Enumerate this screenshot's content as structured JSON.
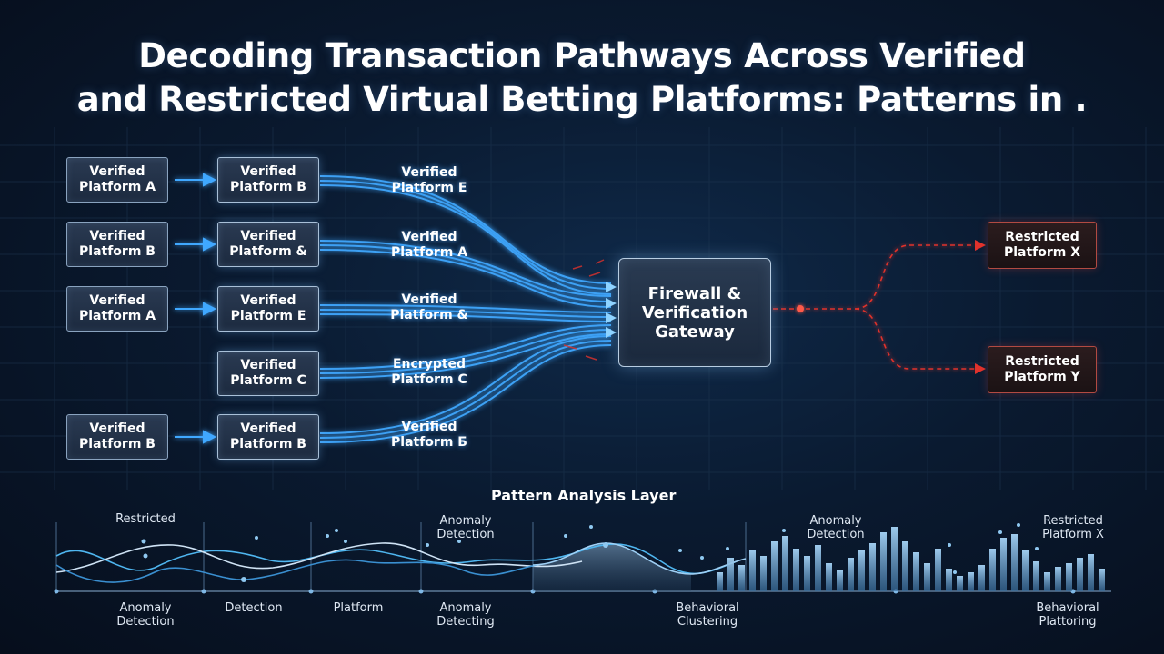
{
  "title": {
    "line1": "Decoding Transaction Pathways Across Verified",
    "line2": "and Restricted Virtual Betting Platforms: Patterns in ."
  },
  "sources": [
    {
      "line1": "Verified",
      "line2": "Platform A"
    },
    {
      "line1": "Verified",
      "line2": "Platform B"
    },
    {
      "line1": "Verified",
      "line2": "Platform A"
    },
    {
      "line1": "Verified",
      "line2": "Platform B"
    }
  ],
  "intermediates": [
    {
      "line1": "Verified",
      "line2": "Platform B"
    },
    {
      "line1": "Verified",
      "line2": "Platform &"
    },
    {
      "line1": "Verified",
      "line2": "Platform E"
    },
    {
      "line1": "Verified",
      "line2": "Platform C"
    },
    {
      "line1": "Verified",
      "line2": "Platform B"
    }
  ],
  "flow_labels": [
    {
      "line1": "Verified",
      "line2": "Platform E"
    },
    {
      "line1": "Verified",
      "line2": "Platform A"
    },
    {
      "line1": "Verified",
      "line2": "Platform &"
    },
    {
      "line1": "Encrypted",
      "line2": "Platform C"
    },
    {
      "line1": "Verified",
      "line2": "Platform Ƃ"
    }
  ],
  "gateway": {
    "line1": "Firewall &",
    "line2": "Verification",
    "line3": "Gateway"
  },
  "restricted": [
    {
      "line1": "Restricted",
      "line2": "Platform X"
    },
    {
      "line1": "Restricted",
      "line2": "Platform Y"
    }
  ],
  "analysis": {
    "title": "Pattern Analysis Layer",
    "top_labels": [
      {
        "line1": "Restricted",
        "line2": ""
      },
      {
        "line1": "Anomaly",
        "line2": "Detection"
      },
      {
        "line1": "Anomaly",
        "line2": "Detection"
      },
      {
        "line1": "Restricted",
        "line2": "Platform X"
      }
    ],
    "bottom_labels": [
      {
        "line1": "Anomaly",
        "line2": "Detection"
      },
      {
        "line1": "Detection",
        "line2": ""
      },
      {
        "line1": "Platform",
        "line2": ""
      },
      {
        "line1": "Anomaly",
        "line2": "Detecting"
      },
      {
        "line1": "Behavioral",
        "line2": "Clustering"
      },
      {
        "line1": "Behavioral",
        "line2": "Plattoring"
      }
    ]
  },
  "colors": {
    "flow": "#3fa8ff",
    "flow_glow": "#8fd4ff",
    "restricted": "#e0322c",
    "node_border": "#8aa3bf",
    "bars": "#8fc4f0"
  }
}
